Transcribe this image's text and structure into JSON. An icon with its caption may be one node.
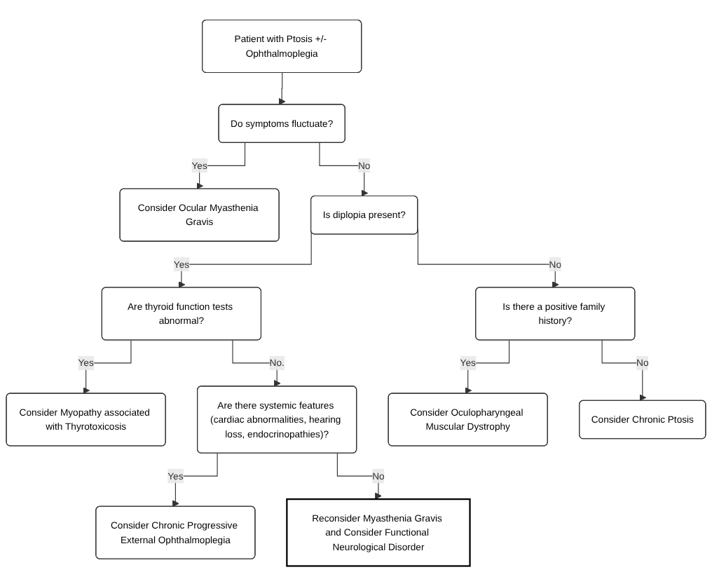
{
  "diagram": {
    "nodes": [
      {
        "text": [
          "Patient with Ptosis +/- Ophthalmoplegia"
        ]
      },
      {
        "text": [
          "Do symptoms fluctuate?"
        ]
      },
      {
        "text": [
          "Consider Ocular Myasthenia Gravis"
        ]
      },
      {
        "text": [
          "Is diplopia present?"
        ]
      },
      {
        "text": [
          "Are thyroid function tests abnormal?"
        ]
      },
      {
        "text": [
          "Consider Myopathy associated with Thyrotoxicosis"
        ]
      },
      {
        "text": [
          "Is there a positive family history?"
        ]
      },
      {
        "text": [
          "Consider Oculopharyngeal Muscular Dystrophy"
        ]
      },
      {
        "text": [
          "Consider Chronic Ptosis"
        ]
      },
      {
        "text": [
          "Are there systemic features (cardiac abnormalities, hearing loss, endocrinopathies)?"
        ]
      },
      {
        "text": [
          "Consider Chronic Progressive External Ophthalmoplegia"
        ]
      },
      {
        "text": [
          "Reconsider Myasthenia Gravis and Consider Functional Neurological Disorder"
        ]
      }
    ],
    "edges": [
      {
        "from": 0,
        "to": 1,
        "arrow": "to"
      },
      {
        "from": 1,
        "to": 2,
        "arrow": "to",
        "label": "Yes"
      },
      {
        "from": 1,
        "to": 3,
        "arrow": "to",
        "label": "No"
      },
      {
        "from": 3,
        "to": 4,
        "arrow": "to",
        "label": "Yes"
      },
      {
        "from": 3,
        "to": 6,
        "arrow": "to",
        "label": "No"
      },
      {
        "from": 4,
        "to": 5,
        "arrow": "to",
        "label": "Yes"
      },
      {
        "from": 4,
        "to": 9,
        "arrow": "to",
        "label": "No."
      },
      {
        "from": 6,
        "to": 7,
        "arrow": "to",
        "label": "Yes"
      },
      {
        "from": 6,
        "to": 8,
        "arrow": "to",
        "label": "No"
      },
      {
        "from": 9,
        "to": 10,
        "arrow": "to",
        "label": "Yes"
      },
      {
        "from": 9,
        "to": 11,
        "arrow": "to",
        "label": "No"
      }
    ]
  }
}
